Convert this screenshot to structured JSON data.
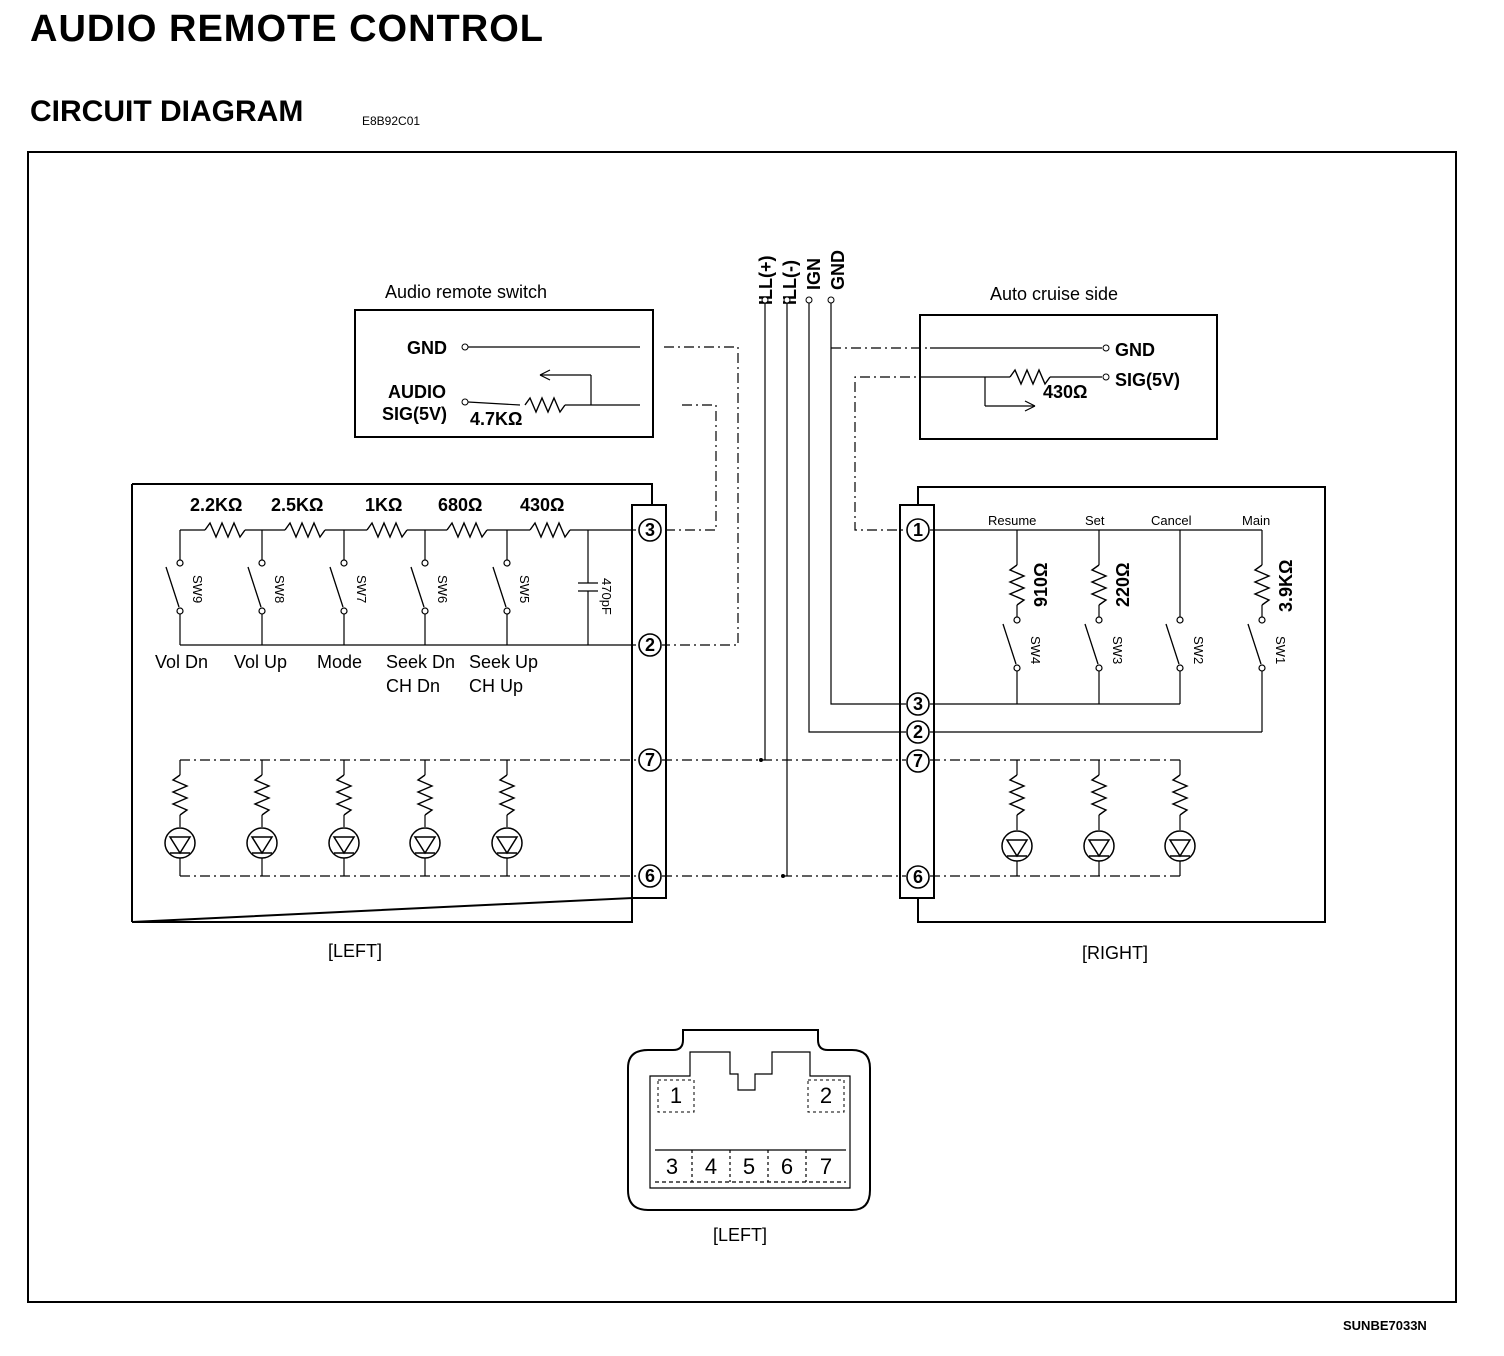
{
  "header": {
    "title": "AUDIO REMOTE CONTROL",
    "subtitle": "CIRCUIT DIAGRAM",
    "code": "E8B92C01"
  },
  "footer_code": "SUNBE7033N",
  "top_terminals": [
    "ILL(+)",
    "ILL(-)",
    "IGN",
    "GND"
  ],
  "audio_remote_switch": {
    "title": "Audio remote switch",
    "gnd": "GND",
    "sig_line1": "AUDIO",
    "sig_line2": "SIG(5V)",
    "resistor": "4.7KΩ"
  },
  "auto_cruise_side": {
    "title": "Auto cruise side",
    "gnd": "GND",
    "sig": "SIG(5V)",
    "resistor": "430Ω"
  },
  "left_panel": {
    "label": "[LEFT]",
    "resistors": [
      "2.2KΩ",
      "2.5KΩ",
      "1KΩ",
      "680Ω",
      "430Ω"
    ],
    "switches": [
      "SW9",
      "SW8",
      "SW7",
      "SW6",
      "SW5"
    ],
    "capacitor": "470pF",
    "buttons": [
      {
        "line1": "Vol Dn",
        "line2": ""
      },
      {
        "line1": "Vol Up",
        "line2": ""
      },
      {
        "line1": "Mode",
        "line2": ""
      },
      {
        "line1": "Seek Dn",
        "line2": "CH Dn"
      },
      {
        "line1": "Seek Up",
        "line2": "CH Up"
      }
    ],
    "pins": [
      "3",
      "2",
      "7",
      "6"
    ]
  },
  "right_panel": {
    "label": "[RIGHT]",
    "buttons": [
      "Resume",
      "Set",
      "Cancel",
      "Main"
    ],
    "resistors": [
      "910Ω",
      "220Ω",
      "3.9KΩ"
    ],
    "switches": [
      "SW4",
      "SW3",
      "SW2",
      "SW1"
    ],
    "pins": [
      "1",
      "3",
      "2",
      "7",
      "6"
    ]
  },
  "connector": {
    "label": "[LEFT]",
    "pins_top": [
      "1",
      "2"
    ],
    "pins_bottom": [
      "3",
      "4",
      "5",
      "6",
      "7"
    ]
  }
}
